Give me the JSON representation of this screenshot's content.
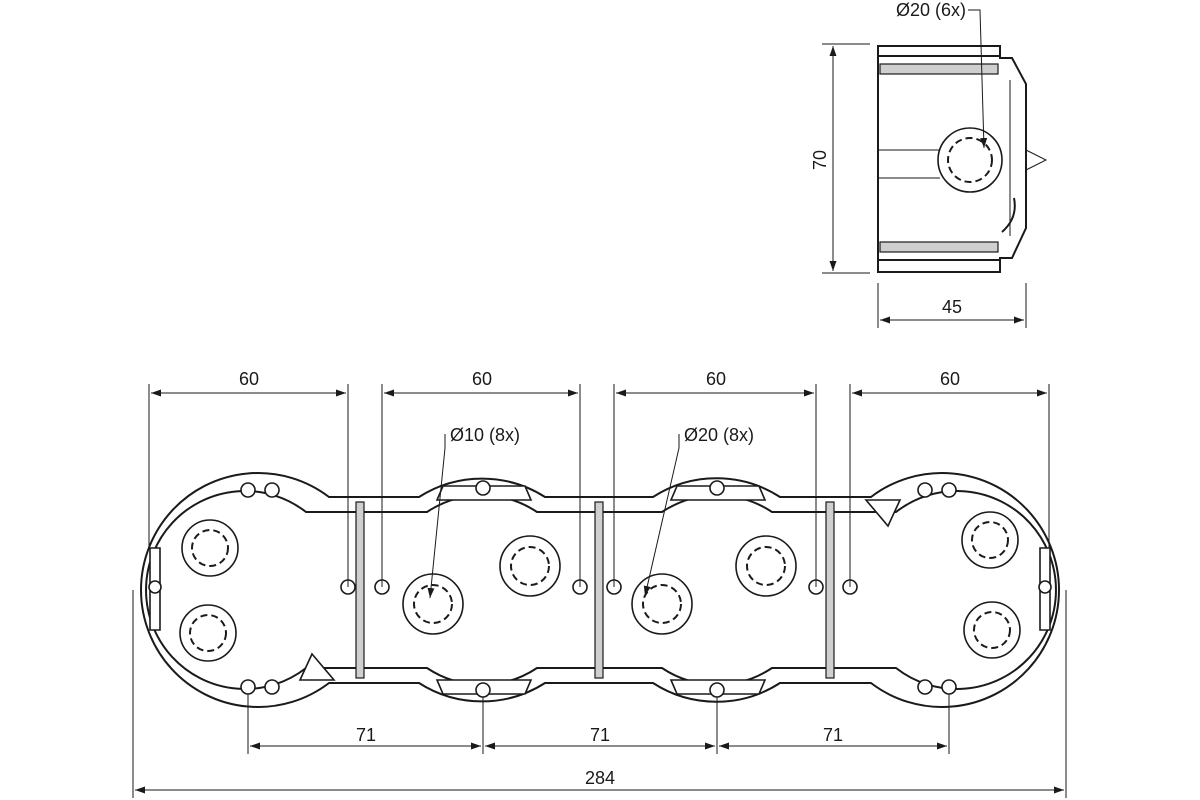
{
  "side_view": {
    "height_label": "70",
    "depth_label": "45",
    "hole_label": "Ø20 (6x)"
  },
  "top_view": {
    "pitch_labels": [
      "60",
      "60",
      "60",
      "60"
    ],
    "spacing_labels": [
      "71",
      "71",
      "71"
    ],
    "total_label": "284",
    "small_hole_label": "Ø10 (8x)",
    "large_hole_label": "Ø20 (8x)"
  }
}
